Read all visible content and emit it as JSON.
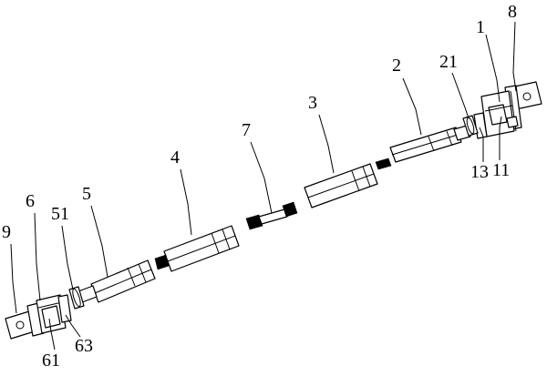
{
  "labels": [
    {
      "id": "1",
      "text": "1"
    },
    {
      "id": "2",
      "text": "2"
    },
    {
      "id": "3",
      "text": "3"
    },
    {
      "id": "4",
      "text": "4"
    },
    {
      "id": "5",
      "text": "5"
    },
    {
      "id": "6",
      "text": "6"
    },
    {
      "id": "7",
      "text": "7"
    },
    {
      "id": "8",
      "text": "8"
    },
    {
      "id": "9",
      "text": "9"
    },
    {
      "id": "11",
      "text": "11"
    },
    {
      "id": "13",
      "text": "13"
    },
    {
      "id": "21",
      "text": "21"
    },
    {
      "id": "51",
      "text": "51"
    },
    {
      "id": "61",
      "text": "61"
    },
    {
      "id": "63",
      "text": "63"
    }
  ]
}
